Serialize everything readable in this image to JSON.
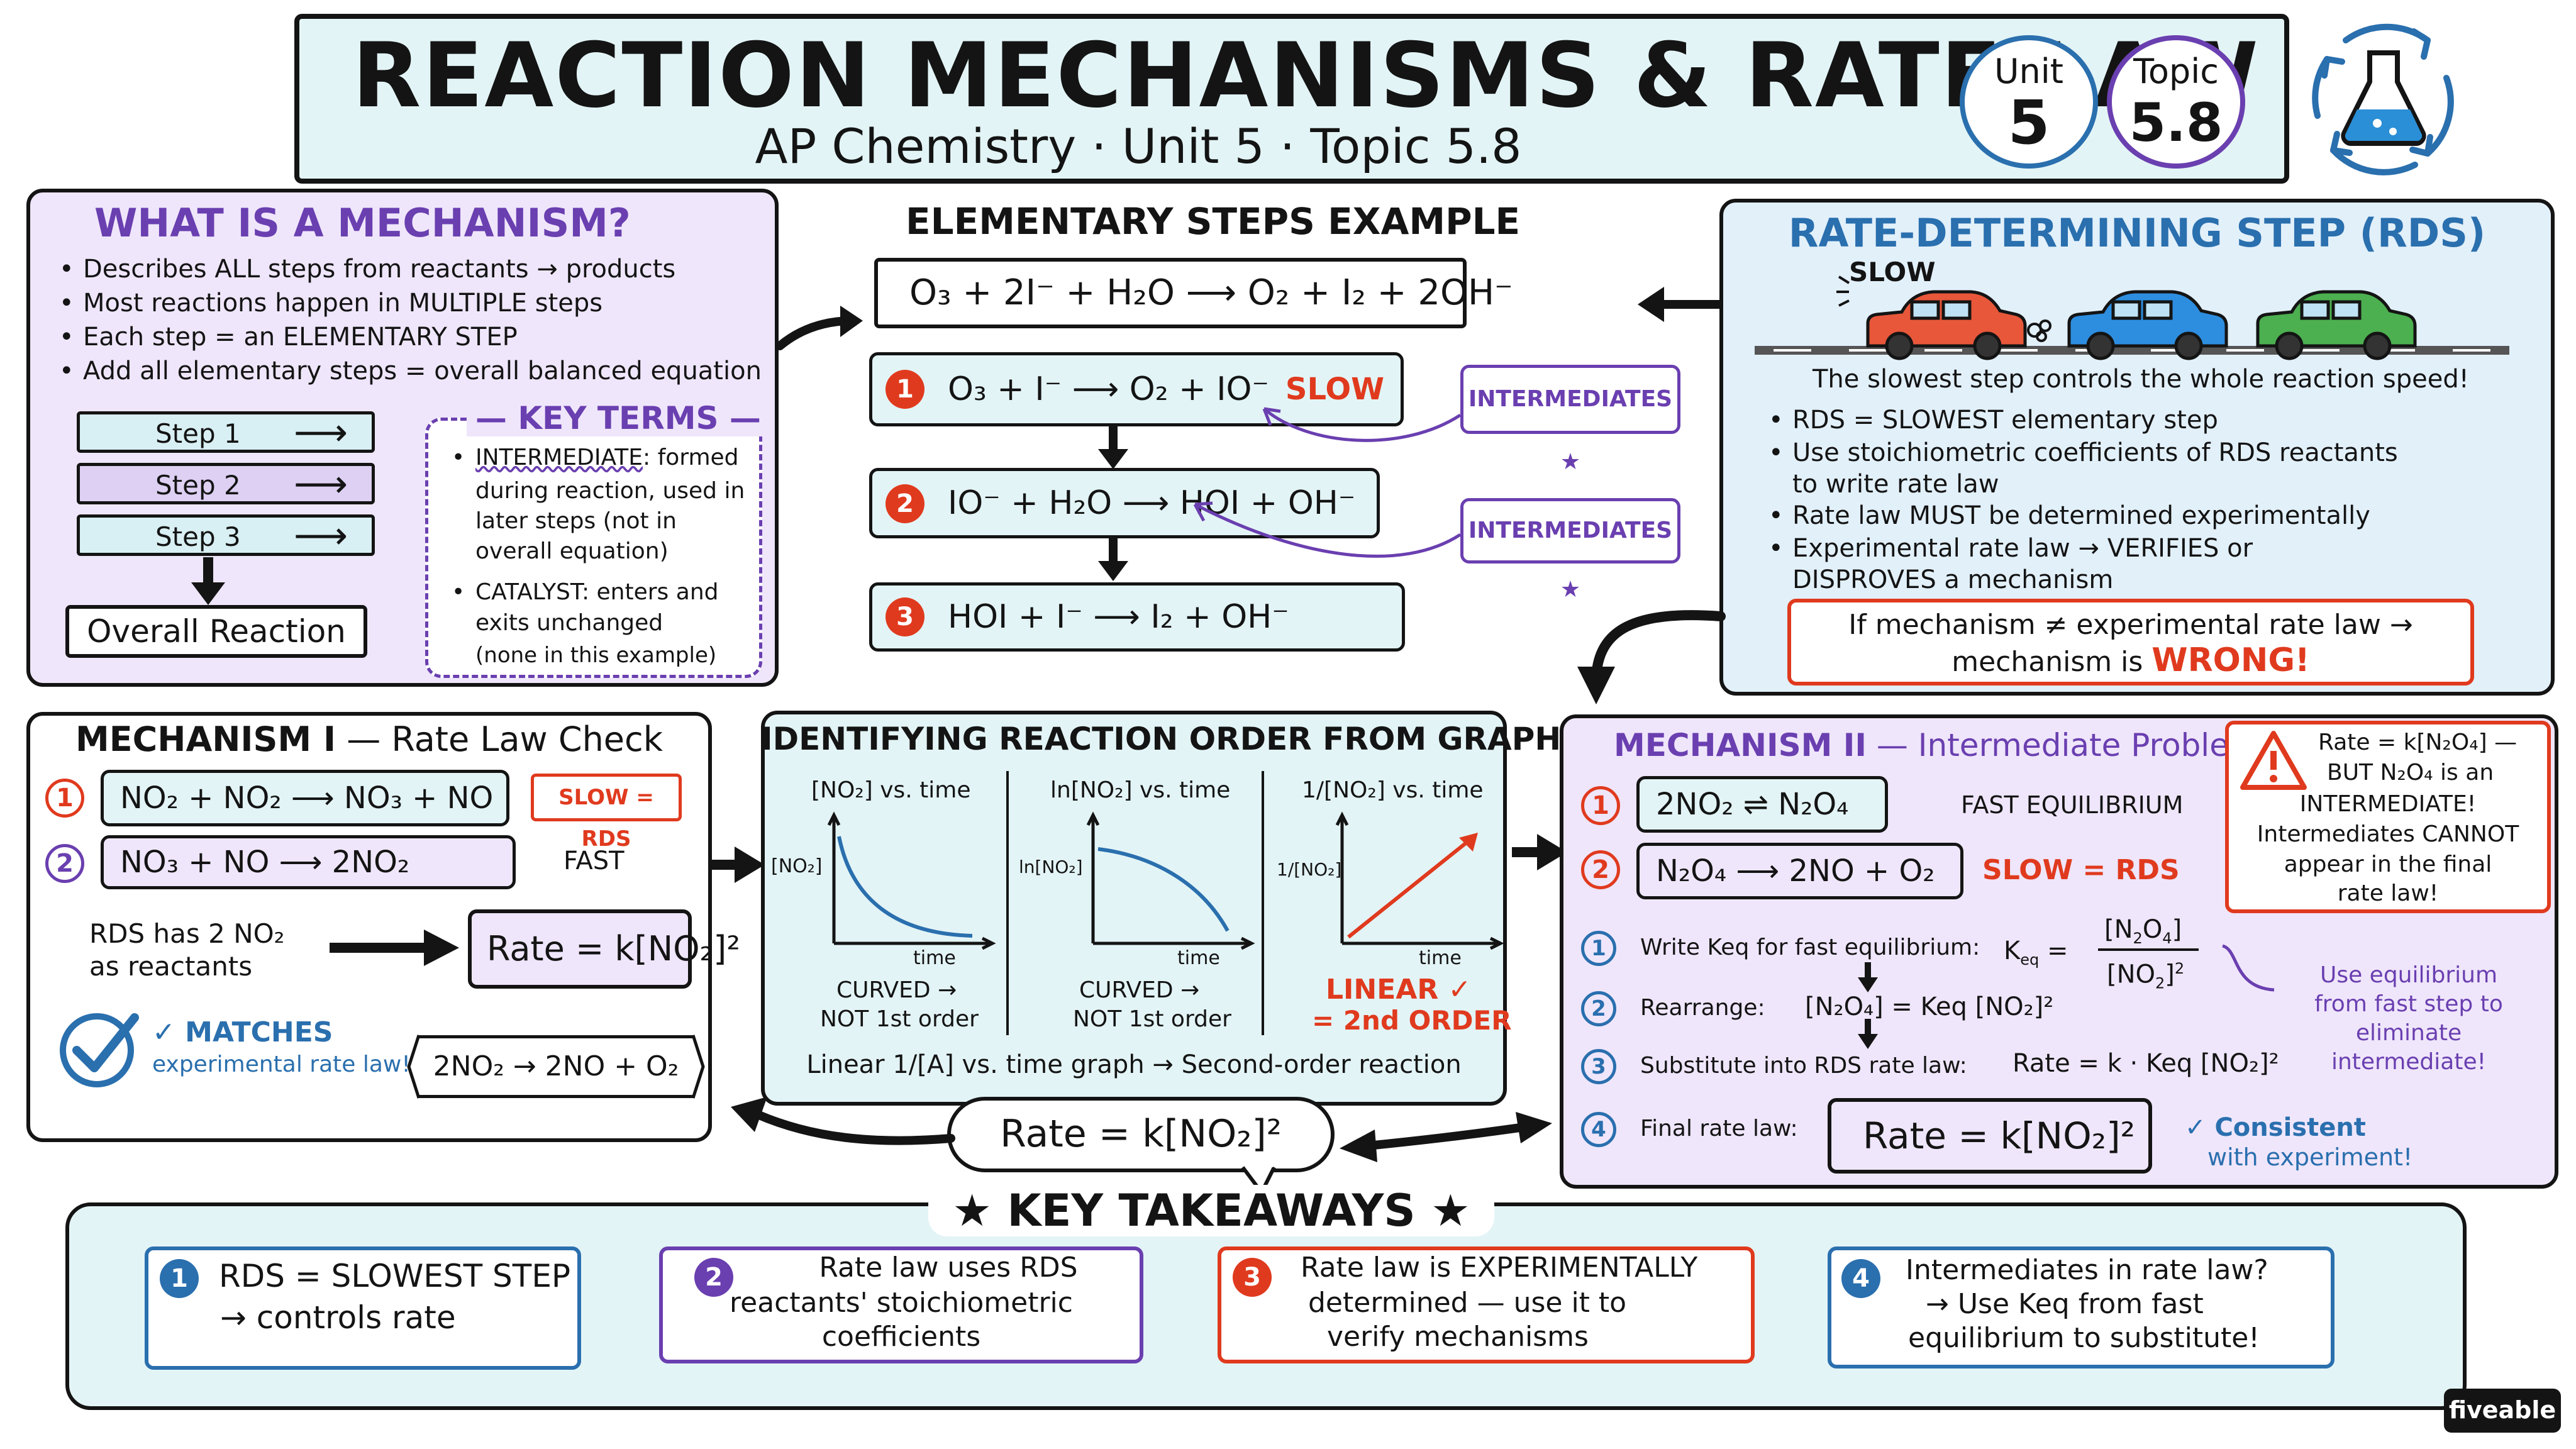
{
  "header": {
    "title": "REACTION MECHANISMS & RATE LAW",
    "subtitle": "AP Chemistry · Unit 5 · Topic 5.8",
    "unit_label": "Unit",
    "unit_value": "5",
    "topic_label": "Topic",
    "topic_value": "5.8"
  },
  "mechanism": {
    "title": "WHAT IS A MECHANISM?",
    "bullets": [
      "Describes ALL steps from reactants → products",
      "Most reactions happen in MULTIPLE steps",
      "Each step = an ELEMENTARY STEP",
      "Add all elementary steps = overall balanced equation"
    ],
    "steps": [
      "Step 1",
      "Step 2",
      "Step 3"
    ],
    "overall": "Overall Reaction",
    "key_terms_title": "KEY TERMS",
    "terms": [
      {
        "term": "INTERMEDIATE",
        "lines": [
          ": formed",
          "during reaction, used in",
          "later steps (not in",
          "overall equation)"
        ]
      },
      {
        "term": "CATALYST",
        "lines": [
          ": enters and",
          "exits unchanged",
          "(none in this example)"
        ]
      }
    ]
  },
  "elementary": {
    "title": "ELEMENTARY STEPS EXAMPLE",
    "overall_eq": "O₃ + 2I⁻ + H₂O ⟶ O₂ + I₂ + 2OH⁻",
    "steps": [
      {
        "n": "1",
        "eq": "O₃ + I⁻ ⟶ O₂ + IO⁻",
        "tag": "SLOW"
      },
      {
        "n": "2",
        "eq": "IO⁻ + H₂O ⟶ HOI + OH⁻",
        "tag": ""
      },
      {
        "n": "3",
        "eq": "HOI + I⁻ ⟶ I₂ + OH⁻",
        "tag": ""
      }
    ],
    "intermediates_label": "INTERMEDIATES ★"
  },
  "rds": {
    "title": "RATE-DETERMINING STEP (RDS)",
    "slow_label": "SLOW",
    "caption": "The slowest step controls the whole reaction speed!",
    "bullets": [
      "RDS = SLOWEST elementary step",
      "Use stoichiometric coefficients of RDS reactants",
      "to write rate law",
      "Rate law MUST be determined experimentally",
      "Experimental rate law → VERIFIES or",
      "DISPROVES a mechanism"
    ],
    "warning_1": "If mechanism ≠ experimental rate law →",
    "warning_2a": "mechanism is ",
    "warning_2b": "WRONG!"
  },
  "mech1": {
    "title_a": "MECHANISM I",
    "title_b": " — Rate Law Check",
    "step1": "NO₂ + NO₂ ⟶ NO₃ + NO",
    "step1_tag": "SLOW = RDS",
    "step2": "NO₃ + NO ⟶ 2NO₂",
    "step2_tag": "FAST",
    "rds_note_1": "RDS has 2 NO₂",
    "rds_note_2": "as reactants",
    "rate": "Rate = k[NO₂]²",
    "matches_1": "✓ MATCHES",
    "matches_2": "experimental rate law!",
    "overall": "2NO₂ → 2NO + O₂"
  },
  "graphs": {
    "title": "IDENTIFYING REACTION ORDER FROM GRAPHS",
    "panels": [
      {
        "title": "[NO₂] vs. time",
        "ylabel": "[NO₂]",
        "xlabel": "time",
        "result_1": "CURVED →",
        "result_2": "NOT 1st order"
      },
      {
        "title": "ln[NO₂] vs. time",
        "ylabel": "ln[NO₂]",
        "xlabel": "time",
        "result_1": "CURVED →",
        "result_2": "NOT 1st order"
      },
      {
        "title": "1/[NO₂] vs. time",
        "ylabel": "1/[NO₂]",
        "xlabel": "time",
        "result_1": "LINEAR ✓",
        "result_2": "= 2nd ORDER"
      }
    ],
    "footer": "Linear 1/[A] vs. time graph → Second-order reaction",
    "bubble": "Rate = k[NO₂]²"
  },
  "mech2": {
    "title_a": "MECHANISM II",
    "title_b": " — Intermediate Problem",
    "step1": "2NO₂ ⇌ N₂O₄",
    "step1_tag": "FAST EQUILIBRIUM",
    "step2": "N₂O₄ ⟶ 2NO + O₂",
    "step2_tag": "SLOW = RDS",
    "warn": [
      "Rate = k[N₂O₄] —",
      "BUT N₂O₄ is an",
      "INTERMEDIATE!",
      "Intermediates CANNOT",
      "appear in the final",
      "rate law!"
    ],
    "subs": [
      {
        "n": "1",
        "label": "Write Keq for fast equilibrium:",
        "expr": "Keq = [N₂O₄] / [NO₂]²"
      },
      {
        "n": "2",
        "label": "Rearrange:",
        "expr": "[N₂O₄] = Keq [NO₂]²"
      },
      {
        "n": "3",
        "label": "Substitute into RDS rate law:",
        "expr": "Rate = k · Keq [NO₂]²"
      },
      {
        "n": "4",
        "label": "Final rate law:",
        "expr": "Rate = k[NO₂]²"
      }
    ],
    "note": [
      "Use equilibrium",
      "from fast step to",
      "eliminate",
      "intermediate!"
    ],
    "consistent_1": "✓ Consistent",
    "consistent_2": "with experiment!"
  },
  "takeaways": {
    "title": "★ KEY TAKEAWAYS ★",
    "items": [
      {
        "n": "1",
        "lines": [
          "RDS = SLOWEST STEP",
          "→ controls rate"
        ]
      },
      {
        "n": "2",
        "lines": [
          "Rate law uses RDS",
          "reactants' stoichiometric",
          "coefficients"
        ]
      },
      {
        "n": "3",
        "lines": [
          "Rate law is EXPERIMENTALLY",
          "determined — use it to",
          "verify mechanisms"
        ]
      },
      {
        "n": "4",
        "lines": [
          "Intermediates in rate law?",
          "→ Use Keq from fast",
          "equilibrium to substitute!"
        ]
      }
    ]
  },
  "brand": "fiveable",
  "colors": {
    "purple": "#6a3fb0",
    "blue": "#2a6fae",
    "red": "#e03a1e",
    "teal_fill": "#e3f4f6",
    "lavender_fill": "#efe6fb",
    "blue_fill": "#e2f0fa"
  },
  "icons": [
    "flask-cycle-icon",
    "slow-car-icon",
    "warning-icon",
    "check-circle-icon",
    "star-icon"
  ]
}
